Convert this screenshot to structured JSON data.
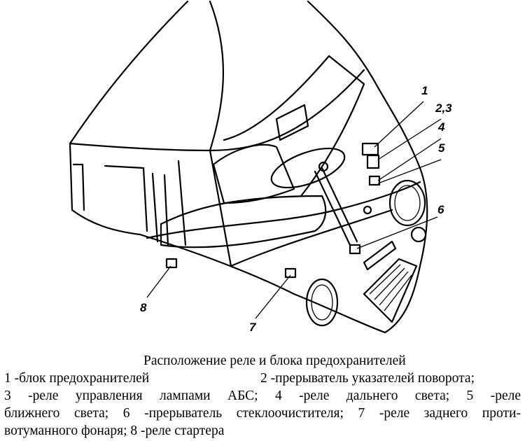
{
  "diagram": {
    "callouts": [
      "1",
      "2,3",
      "4",
      "5",
      "6",
      "7",
      "8"
    ]
  },
  "caption": {
    "title": "Расположение реле и блока предохранителей",
    "line1_left": "1 -блок предохранителей",
    "line1_right": "2 -прерыватель указателей поворота;",
    "line2": "3 -реле управления лампами АБС; 4 -реле дальнего света; 5 -реле",
    "line3": "ближнего света; 6 -прерыватель стеклоочистителя; 7 -реле заднего проти-",
    "line4": "вотуманного фонаря; 8 -реле стартера"
  }
}
